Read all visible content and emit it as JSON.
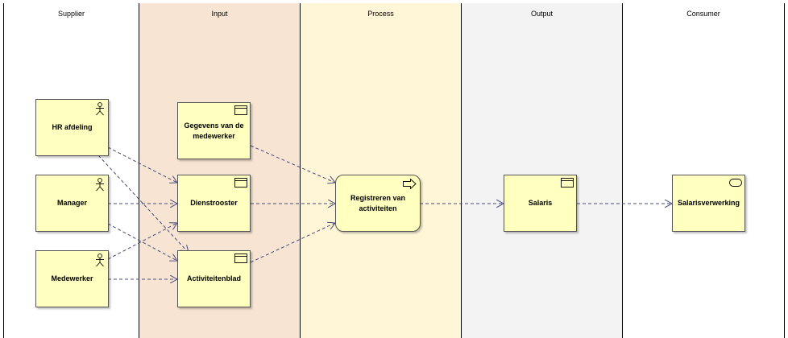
{
  "lanes": {
    "supplier": "Supplier",
    "input": "Input",
    "process": "Process",
    "output": "Output",
    "consumer": "Consumer"
  },
  "elements": {
    "hr_afdeling": "HR afdeling",
    "manager": "Manager",
    "medewerker": "Medewerker",
    "gegevens_line1": "Gegevens van de",
    "gegevens_line2": "medewerker",
    "dienstrooster": "Dienstrooster",
    "activiteitenblad": "Activiteitenblad",
    "registreren_line1": "Registreren van",
    "registreren_line2": "activiteiten",
    "salaris": "Salaris",
    "salarisverwerking": "Salarisverwerking"
  },
  "connections": [
    {
      "from": "hr_afdeling",
      "to": "dienstrooster"
    },
    {
      "from": "hr_afdeling",
      "to": "activiteitenblad"
    },
    {
      "from": "manager",
      "to": "dienstrooster"
    },
    {
      "from": "manager",
      "to": "activiteitenblad"
    },
    {
      "from": "medewerker",
      "to": "dienstrooster"
    },
    {
      "from": "medewerker",
      "to": "activiteitenblad"
    },
    {
      "from": "gegevens_van_de_medewerker",
      "to": "registreren_van_activiteiten"
    },
    {
      "from": "dienstrooster",
      "to": "registreren_van_activiteiten"
    },
    {
      "from": "activiteitenblad",
      "to": "registreren_van_activiteiten"
    },
    {
      "from": "registreren_van_activiteiten",
      "to": "salaris"
    },
    {
      "from": "salaris",
      "to": "salarisverwerking"
    }
  ],
  "colors": {
    "element_fill": "#ffffc0",
    "lane_input": "#f7e4d2",
    "lane_process": "#fff6d7",
    "lane_output": "#f3f3f3",
    "connector": "#4a4a7a"
  }
}
